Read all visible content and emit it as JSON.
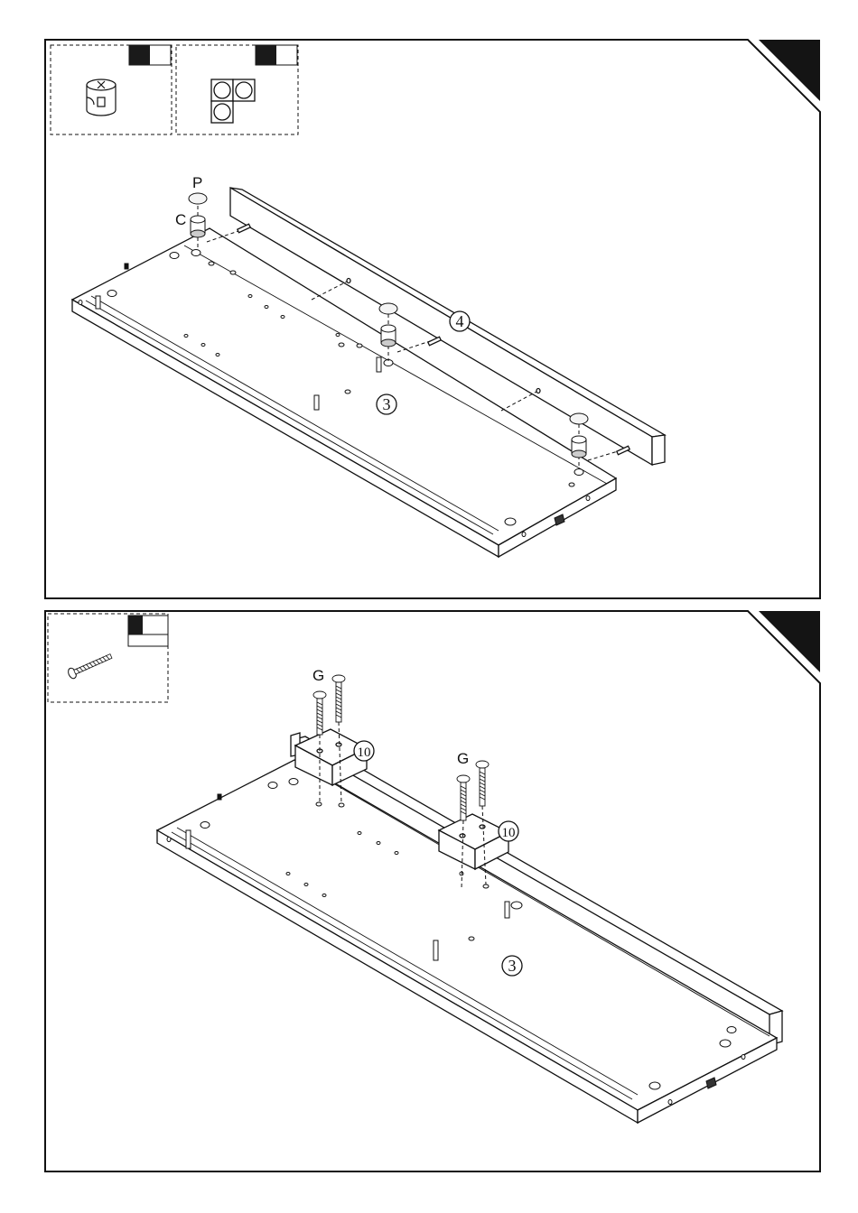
{
  "step1": {
    "parts": {
      "cam": "C",
      "cap": "P",
      "rail": "4",
      "base": "3"
    }
  },
  "step2": {
    "parts": {
      "screw_left": "G",
      "screw_right": "G",
      "block_left": "10",
      "block_right": "10",
      "base": "3"
    }
  },
  "colors": {
    "ink": "#111111",
    "paper": "#ffffff",
    "corner": "#141414"
  }
}
